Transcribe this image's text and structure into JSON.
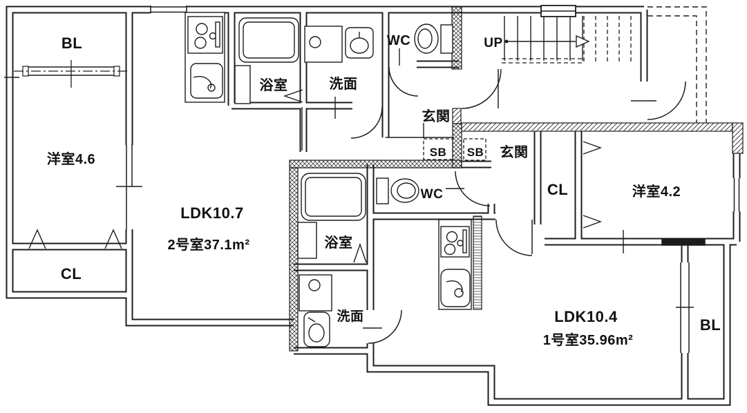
{
  "plan": {
    "stairs": {
      "up_label": "UP"
    },
    "unit2": {
      "balcony": "BL",
      "room": "洋室4.6",
      "closet": "CL",
      "ldk": "LDK10.7",
      "area": "2号室37.1m²",
      "bath": "浴室",
      "wash": "洗面",
      "wc": "WC",
      "entrance": "玄関",
      "shoebox": "SB"
    },
    "unit1": {
      "entrance": "玄関",
      "shoebox": "SB",
      "closet": "CL",
      "room": "洋室4.2",
      "bath": "浴室",
      "wash": "洗面",
      "wc": "WC",
      "ldk": "LDK10.4",
      "area": "1号室35.96m²",
      "balcony": "BL"
    },
    "colors": {
      "line": "#1c1c1c",
      "background": "#ffffff"
    }
  }
}
